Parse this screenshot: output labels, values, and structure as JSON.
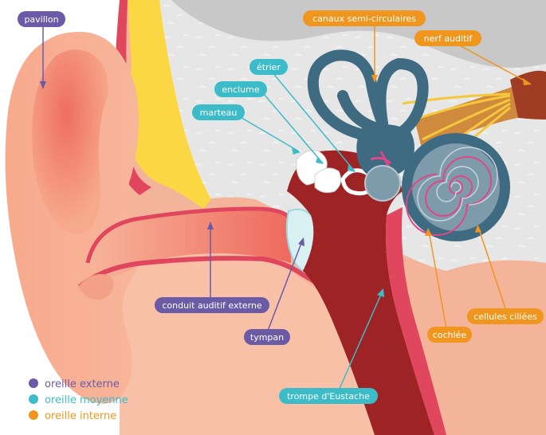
{
  "colors": {
    "externe": "#6b5ba6",
    "moyenne": "#3bbcc8",
    "interne": "#f0961e"
  },
  "labels": {
    "pavillon": "pavillon",
    "canaux": "canaux semi-circulaires",
    "nerf": "nerf auditif",
    "etrier": "étrier",
    "enclume": "enclume",
    "marteau": "marteau",
    "conduit": "conduit auditif externe",
    "tympan": "tympan",
    "trompe": "trompe d'Eustache",
    "cochlee": "cochlée",
    "cellules": "cellules ciliées"
  },
  "legend": {
    "externe": "oreille externe",
    "moyenne": "oreille moyenne",
    "interne": "oreille interne"
  }
}
